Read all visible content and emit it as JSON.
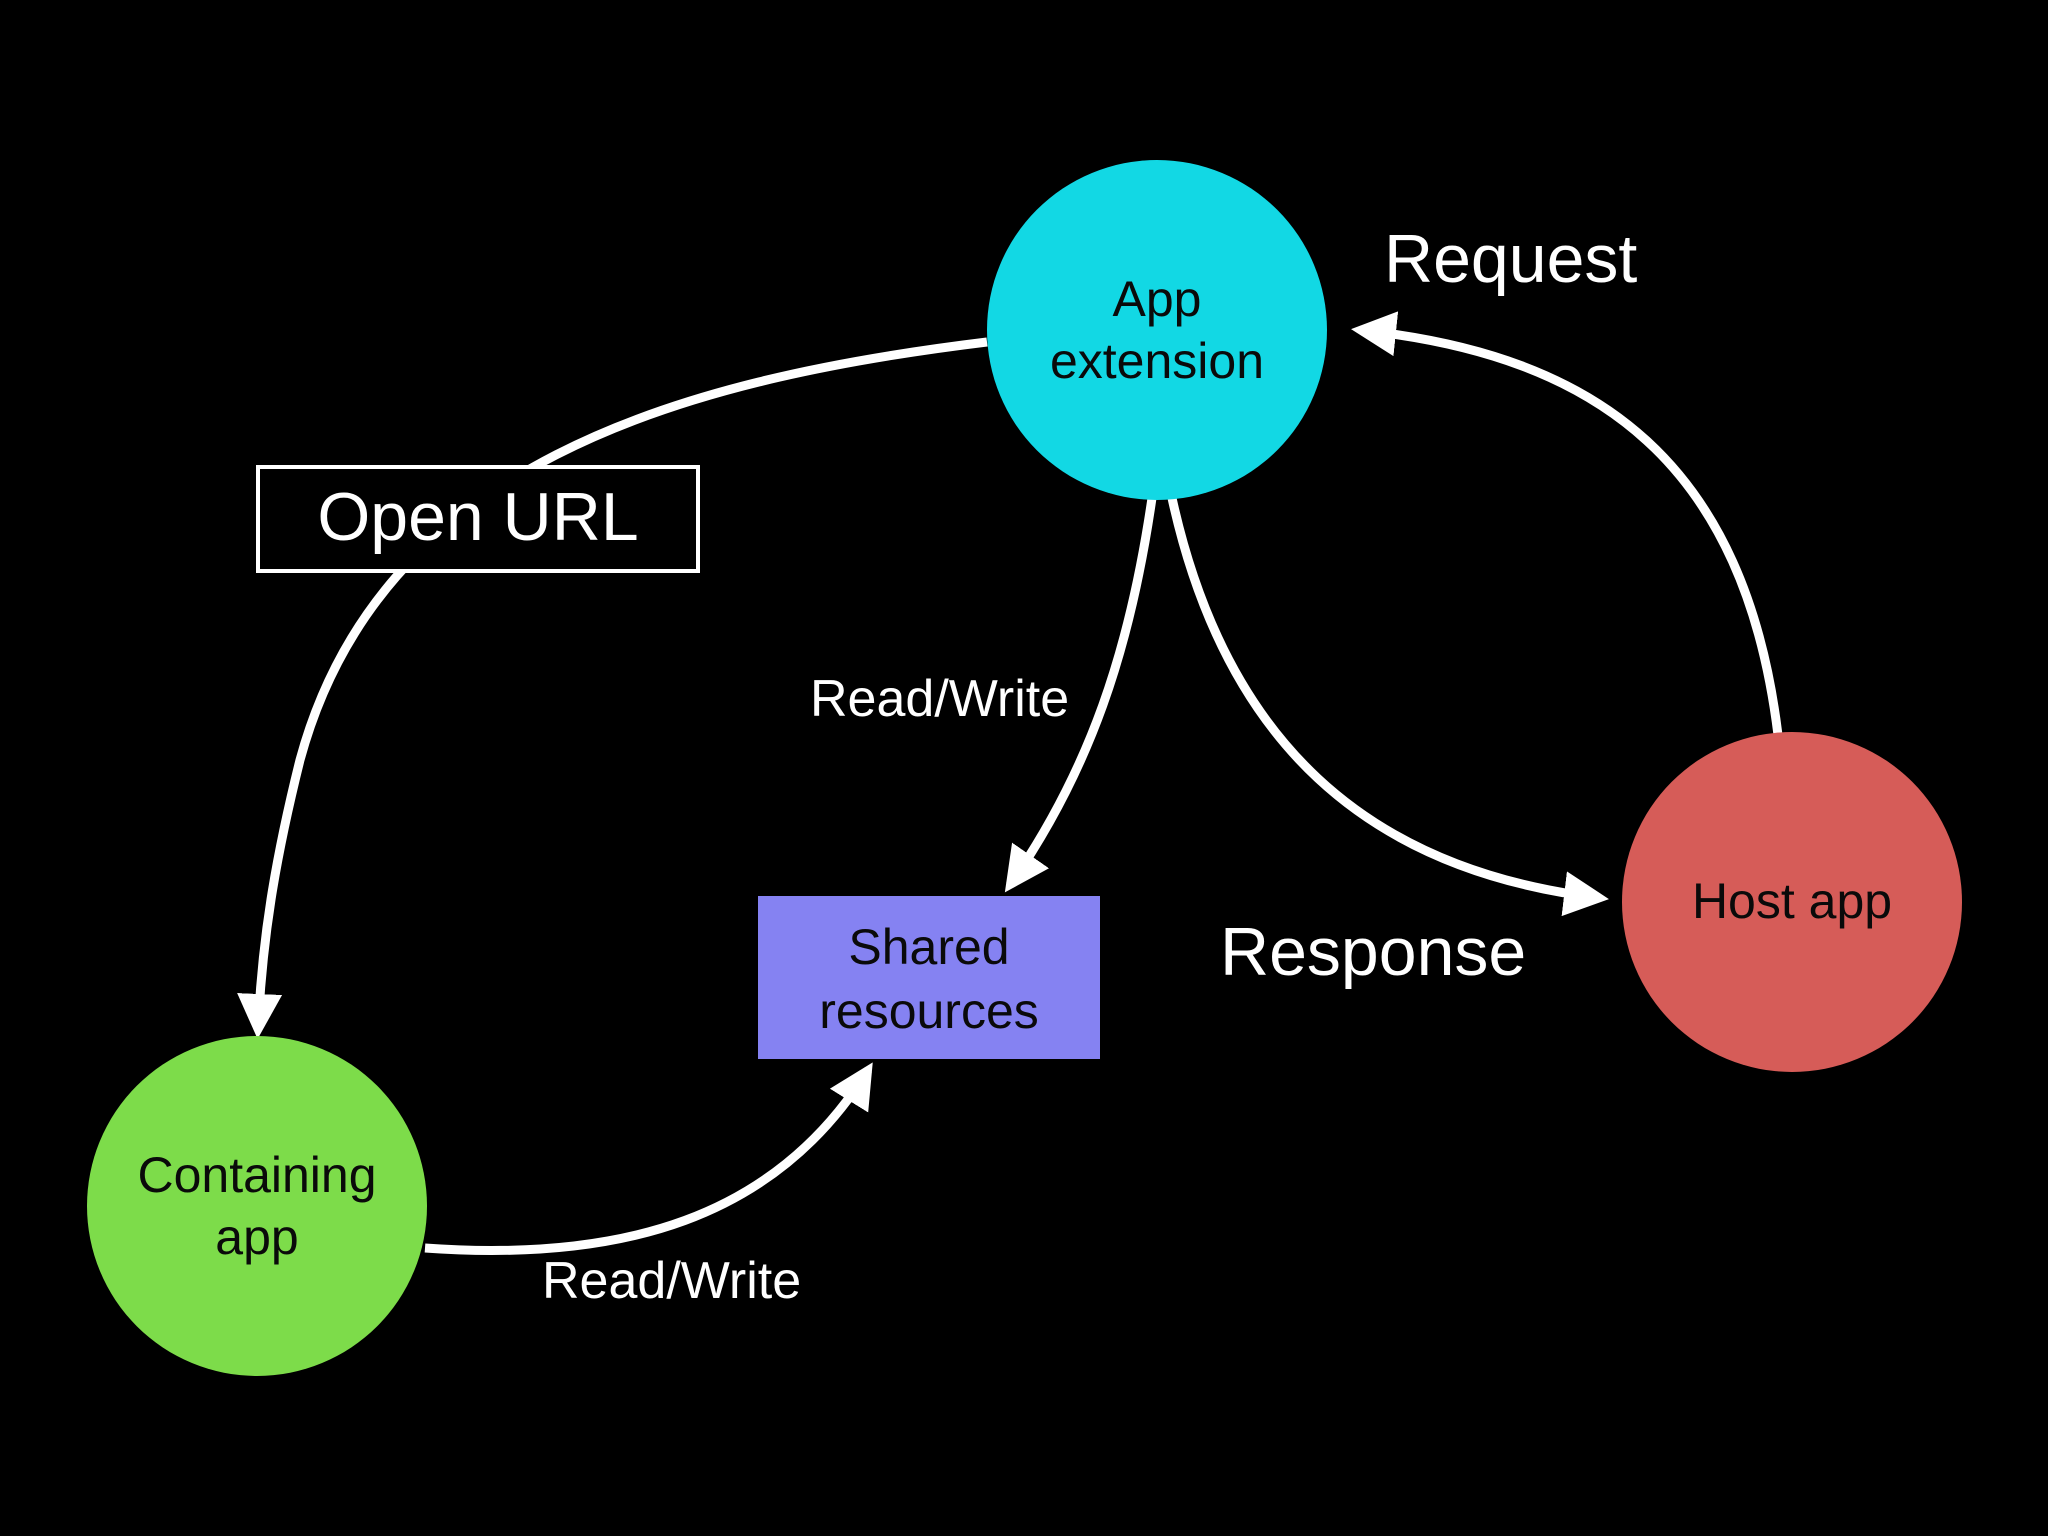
{
  "colors": {
    "background": "#000000",
    "edge": "#ffffff",
    "app_extension": "#12d8e4",
    "host_app": "#d65c58",
    "containing_app": "#7ddc4a",
    "shared_resources": "#8582f2",
    "node_text": "#0a0a0a",
    "label_text": "#ffffff"
  },
  "nodes": {
    "app_extension": {
      "line1": "App",
      "line2": "extension"
    },
    "host_app": {
      "label": "Host app"
    },
    "containing_app": {
      "line1": "Containing",
      "line2": "app"
    },
    "shared_resources": {
      "line1": "Shared",
      "line2": "resources"
    }
  },
  "edges": {
    "request": "Request",
    "response": "Response",
    "open_url": "Open URL",
    "read_write_extension": "Read/Write",
    "read_write_containing": "Read/Write"
  }
}
